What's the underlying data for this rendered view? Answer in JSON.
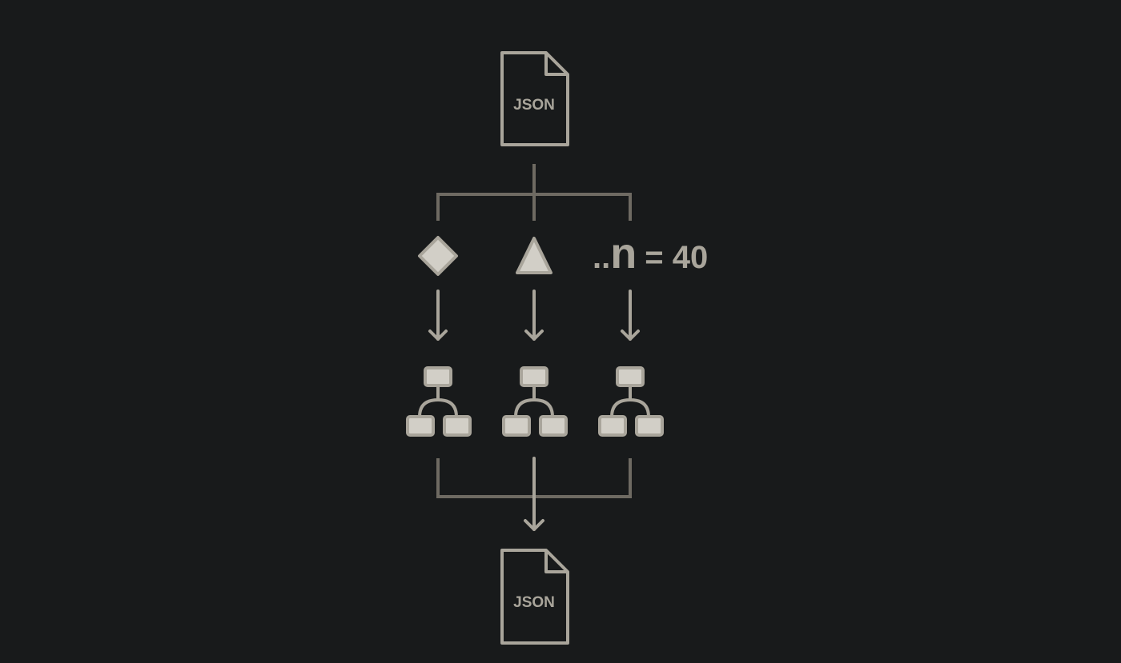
{
  "diagram": {
    "input_document": {
      "label": "JSON",
      "icon": "json-file-icon"
    },
    "output_document": {
      "label": "JSON",
      "icon": "json-file-icon"
    },
    "branches": [
      {
        "shape": "diamond-icon"
      },
      {
        "shape": "triangle-icon"
      },
      {
        "prefix": "..",
        "variable": "n",
        "equals": "= 40"
      }
    ],
    "tree_icon": "hierarchy-tree-icon"
  },
  "colors": {
    "background": "#181a1b",
    "stroke": "#a9a59b",
    "connector": "#6e6a62",
    "fill": "#d2cfc7",
    "text": "#a9a59b"
  }
}
